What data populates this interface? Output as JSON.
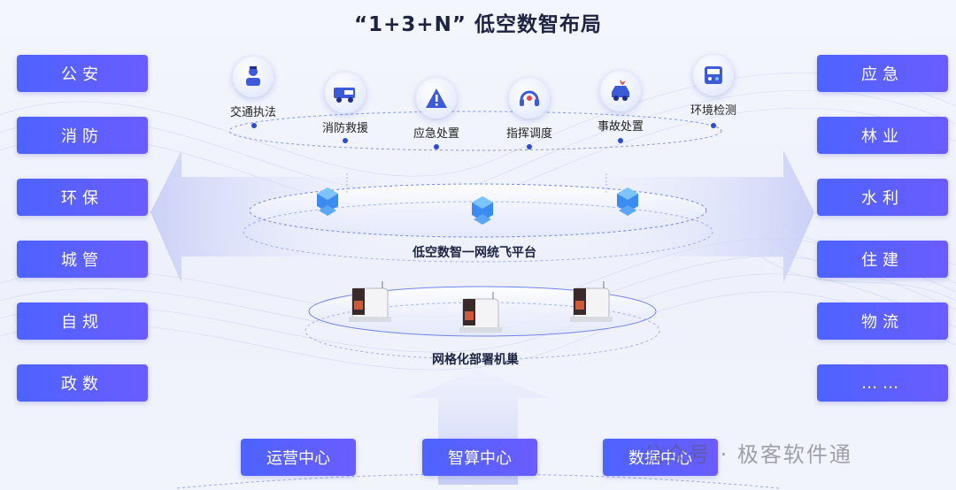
{
  "title": "“1+3+N” 低空数智布局",
  "left_items": [
    "公安",
    "消防",
    "环保",
    "城管",
    "自规",
    "政数"
  ],
  "right_items": [
    "应急",
    "林业",
    "水利",
    "住建",
    "物流",
    "……"
  ],
  "services": [
    {
      "label": "交通执法",
      "icon": "traffic-police-icon"
    },
    {
      "label": "消防救援",
      "icon": "fire-truck-icon"
    },
    {
      "label": "应急处置",
      "icon": "warning-icon"
    },
    {
      "label": "指挥调度",
      "icon": "dispatch-headset-icon"
    },
    {
      "label": "事故处置",
      "icon": "car-accident-icon"
    },
    {
      "label": "环境检测",
      "icon": "environment-monitor-icon"
    }
  ],
  "platform_label": "低空数智一网统飞平台",
  "grid_label": "网格化部署机巢",
  "bottom_items": [
    "运营中心",
    "智算中心",
    "数据中心"
  ],
  "watermark": "公众号 · 极客软件通",
  "colors": {
    "button": "#4d63ff",
    "button_end": "#6b5cff",
    "arrow": "#c9cff5",
    "dot": "#2f4bd6"
  }
}
